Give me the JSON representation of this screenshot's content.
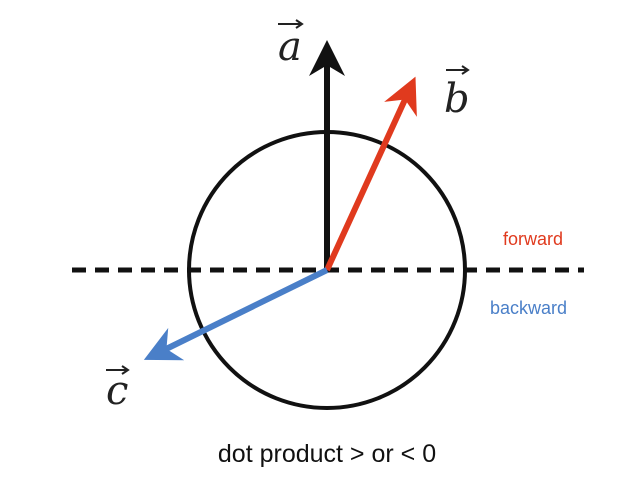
{
  "diagram": {
    "vectors": {
      "a": {
        "label": "a",
        "color": "#111111"
      },
      "b": {
        "label": "b",
        "color": "#e03a1e"
      },
      "c": {
        "label": "c",
        "color": "#4a7fc8"
      }
    },
    "regions": {
      "forward": {
        "label": "forward",
        "color": "#e03a1e"
      },
      "backward": {
        "label": "backward",
        "color": "#4a7fc8"
      }
    },
    "caption": "dot product > or < 0",
    "circle_color": "#111111",
    "divider_color": "#111111"
  }
}
